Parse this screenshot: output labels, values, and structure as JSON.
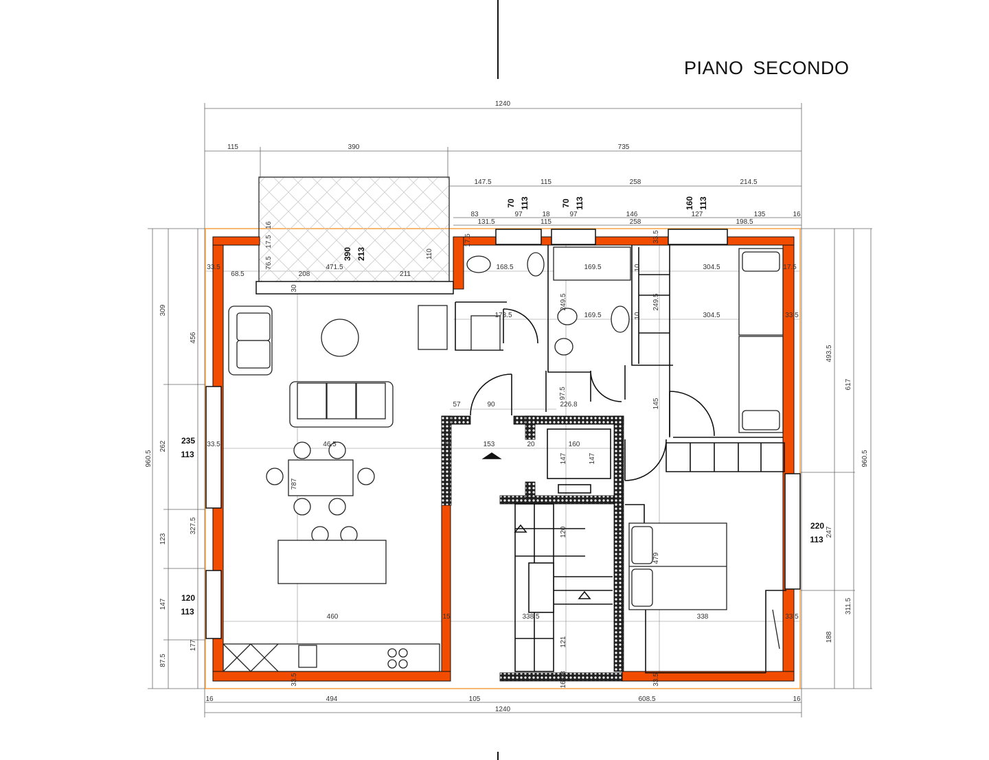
{
  "title": "PIANO SECONDO",
  "colors": {
    "wall": "#f24c00",
    "outline": "#f7a040",
    "ink": "#111111"
  },
  "dimension_labels": [
    "1240",
    "115",
    "390",
    "735",
    "147.5",
    "115",
    "258",
    "214.5",
    "83",
    "97",
    "18",
    "97",
    "146",
    "127",
    "135",
    "16",
    "131.5",
    "115",
    "258",
    "198.5",
    "168.5",
    "169.5",
    "304.5",
    "471.5",
    "208",
    "211",
    "68.5",
    "33.5",
    "173.5",
    "169.5",
    "304.5",
    "33.5",
    "17.5",
    "57",
    "90",
    "226.8",
    "153",
    "20",
    "20",
    "160",
    "33.5",
    "46.5",
    "460",
    "15",
    "338.5",
    "20",
    "338",
    "33.5",
    "16",
    "494",
    "105",
    "608.5",
    "16",
    "1240"
  ],
  "vertical_labels": [
    "76.5",
    "17.5",
    "16",
    "110",
    "30",
    "249.5",
    "249.5",
    "97.5",
    "145",
    "147",
    "147",
    "787",
    "120",
    "479",
    "121",
    "33.5",
    "16.08",
    "33.5",
    "309",
    "456",
    "262",
    "960.5",
    "327.5",
    "123",
    "147",
    "177",
    "87.5",
    "493.5",
    "617",
    "960.5",
    "247",
    "311.5",
    "188",
    "17.5",
    "33.5",
    "10",
    "10"
  ],
  "opening_labels": [
    {
      "width": "70",
      "height": "113"
    },
    {
      "width": "70",
      "height": "113"
    },
    {
      "width": "160",
      "height": "113"
    },
    {
      "width": "390",
      "height": "213"
    },
    {
      "width": "235",
      "height": "113"
    },
    {
      "width": "120",
      "height": "113"
    },
    {
      "width": "220",
      "height": "113"
    }
  ]
}
